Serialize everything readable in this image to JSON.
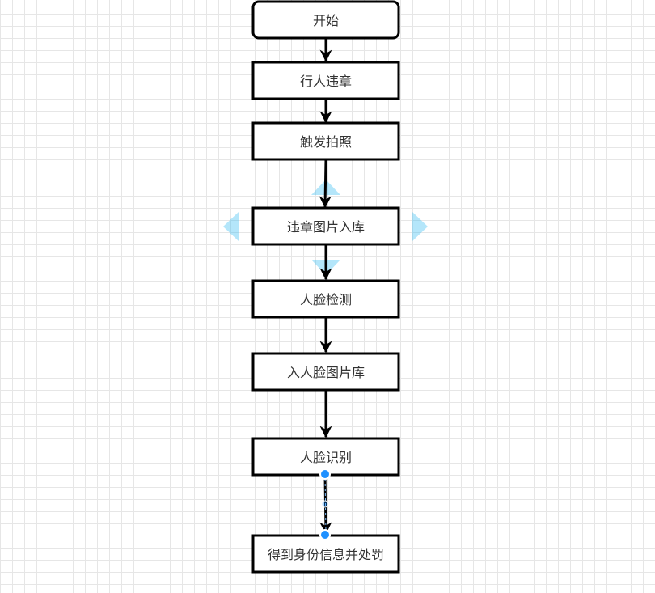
{
  "diagram": {
    "nodes": [
      {
        "id": "start",
        "label": "开始",
        "shape": "rounded"
      },
      {
        "id": "violation",
        "label": "行人违章",
        "shape": "rect"
      },
      {
        "id": "trigger-photo",
        "label": "触发拍照",
        "shape": "rect"
      },
      {
        "id": "store-image",
        "label": "违章图片入库",
        "shape": "rect"
      },
      {
        "id": "face-detect",
        "label": "人脸检测",
        "shape": "rect"
      },
      {
        "id": "store-face",
        "label": "入人脸图片库",
        "shape": "rect"
      },
      {
        "id": "face-recognize",
        "label": "人脸识别",
        "shape": "rect"
      },
      {
        "id": "identity-penalty",
        "label": "得到身份信息并处罚",
        "shape": "rect"
      }
    ],
    "edges": [
      {
        "from": "start",
        "to": "violation"
      },
      {
        "from": "violation",
        "to": "trigger-photo"
      },
      {
        "from": "trigger-photo",
        "to": "store-image"
      },
      {
        "from": "store-image",
        "to": "face-detect"
      },
      {
        "from": "face-detect",
        "to": "store-face"
      },
      {
        "from": "store-face",
        "to": "face-recognize"
      },
      {
        "from": "face-recognize",
        "to": "identity-penalty",
        "selected": true
      }
    ]
  },
  "colors": {
    "stroke": "#000000",
    "fill": "#ffffff",
    "text": "#333333",
    "grid": "#e6e6e6",
    "hover_arrow": "#29b6f2",
    "selection_handle": "#1e90ff"
  }
}
